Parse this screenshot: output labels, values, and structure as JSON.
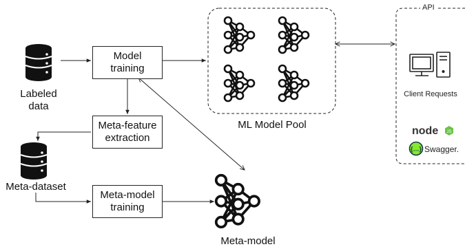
{
  "nodes": {
    "labeled_data": {
      "line1": "Labeled",
      "line2": "data"
    },
    "model_training": {
      "line1": "Model",
      "line2": "training"
    },
    "meta_feature_extraction": {
      "line1": "Meta-feature",
      "line2": "extraction"
    },
    "meta_dataset": {
      "label": "Meta-dataset"
    },
    "meta_model_training": {
      "line1": "Meta-model",
      "line2": "training"
    },
    "meta_model": {
      "label": "Meta-model"
    },
    "ml_model_pool": {
      "label": "ML Model Pool"
    }
  },
  "api": {
    "title": "API",
    "client_requests": "Client Requests",
    "node_logo": "node",
    "swagger_logo": "Swagger."
  },
  "colors": {
    "stroke": "#222222",
    "database": "#111111",
    "node_green": "#6cc24a",
    "swagger_green": "#85ea2d"
  }
}
